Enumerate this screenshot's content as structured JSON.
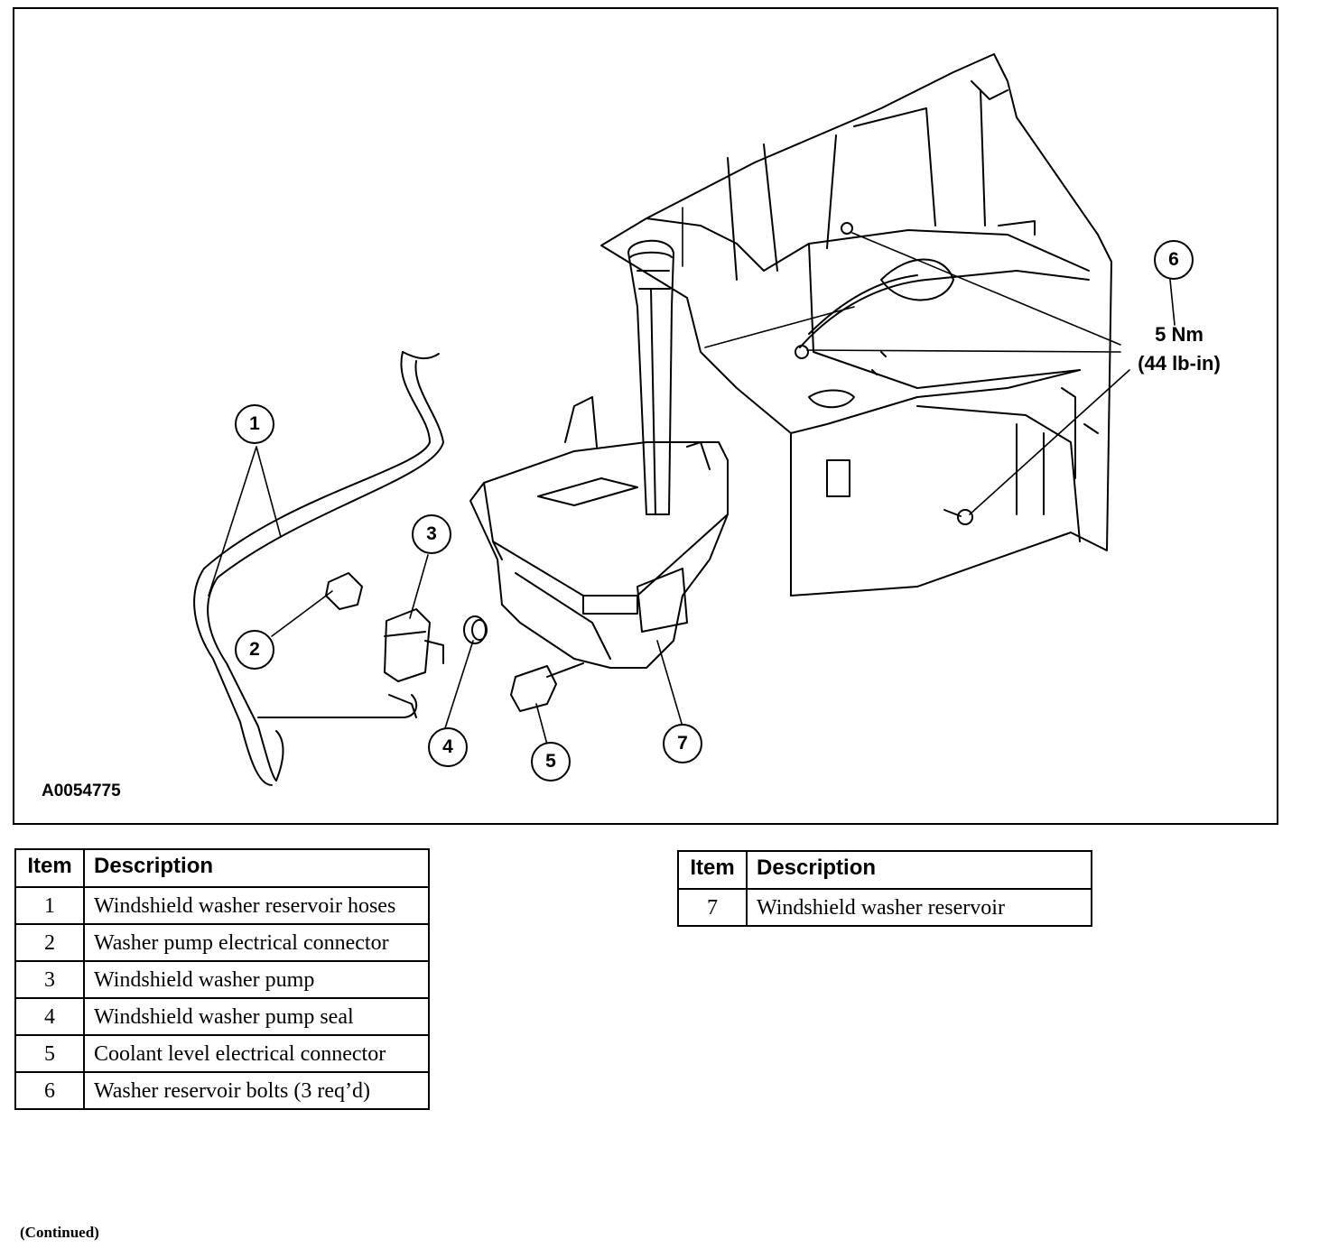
{
  "figure": {
    "id": "A0054775",
    "torque_value": "5 Nm",
    "torque_imperial": "(44 lb-in)",
    "callouts": [
      "1",
      "2",
      "3",
      "4",
      "5",
      "6",
      "7"
    ]
  },
  "table_left": {
    "headers": [
      "Item",
      "Description"
    ],
    "rows": [
      {
        "item": "1",
        "description": "Windshield washer reservoir hoses"
      },
      {
        "item": "2",
        "description": "Washer pump electrical connector"
      },
      {
        "item": "3",
        "description": "Windshield washer pump"
      },
      {
        "item": "4",
        "description": "Windshield washer pump seal"
      },
      {
        "item": "5",
        "description": "Coolant level electrical connector"
      },
      {
        "item": "6",
        "description": "Washer reservoir bolts (3 req’d)"
      }
    ]
  },
  "table_right": {
    "headers": [
      "Item",
      "Description"
    ],
    "rows": [
      {
        "item": "7",
        "description": "Windshield washer reservoir"
      }
    ]
  },
  "footer": "(Continued)"
}
